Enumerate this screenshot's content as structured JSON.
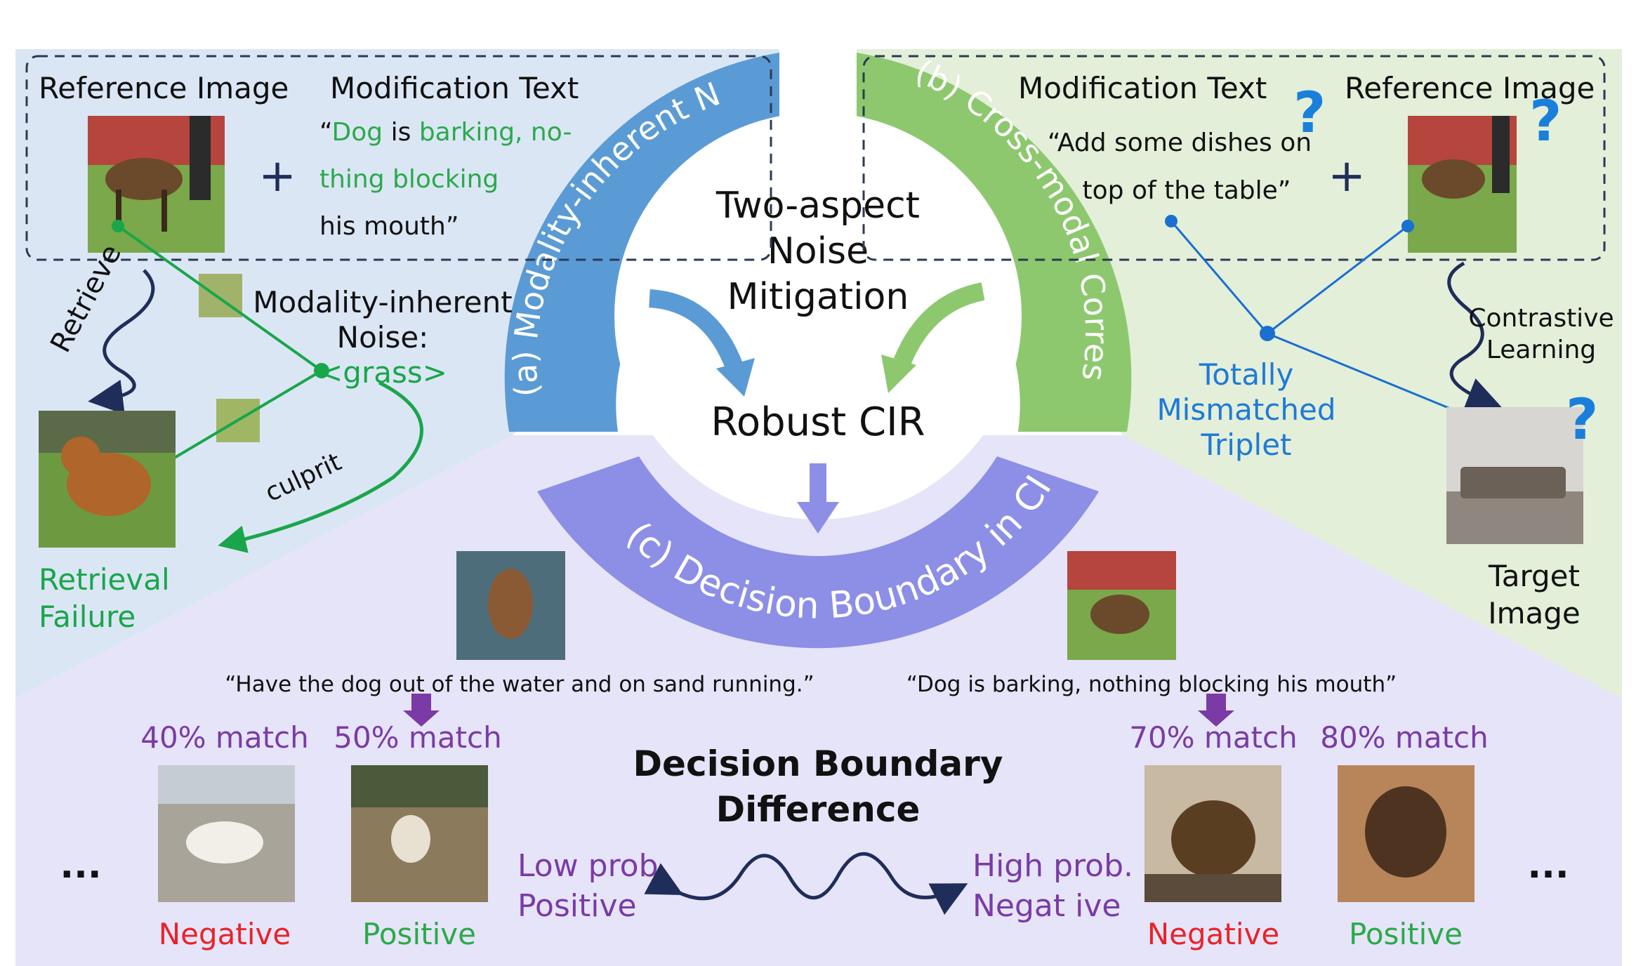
{
  "center": {
    "title_lines": [
      "Two-aspect",
      "Noise",
      "Mitigation"
    ],
    "robust": "Robust CIR"
  },
  "arcs": {
    "a": "(a) Modality-inherent Noise",
    "b": "(b) Cross-modal Correspondence Noise",
    "c": "(c) Decision Boundary in CIR"
  },
  "panel_a": {
    "ref_label": "Reference Image",
    "mod_label": "Modification Text",
    "plus": "+",
    "mod_text": {
      "open": "“",
      "w1": "Dog",
      "w2": " is ",
      "w3": "barking, no-",
      "w4": "thing blocking",
      "w5": "his mouth”"
    },
    "noise_label_1": "Modality-inherent",
    "noise_label_2": "Noise:",
    "noise_tag": "<grass>",
    "retrieve": "Retrieve",
    "culprit": "culprit",
    "failure_1": "Retrieval",
    "failure_2": "Failure"
  },
  "panel_b": {
    "mod_label": "Modification Text",
    "ref_label": "Reference Image",
    "plus": "+",
    "mod_line1": "“Add some dishes on",
    "mod_line2": "top of the table”",
    "qmark": "?",
    "mismatch_1": "Totally",
    "mismatch_2": "Mismatched",
    "mismatch_3": "Triplet",
    "contrastive_1": "Contrastive",
    "contrastive_2": "Learning",
    "target_1": "Target",
    "target_2": "Image"
  },
  "panel_c": {
    "quote_left": "“Have the dog out of the water and on sand running.”",
    "quote_right": "“Dog is barking, nothing blocking his mouth”",
    "m40": "40% match",
    "m50": "50% match",
    "m70": "70% match",
    "m80": "80% match",
    "boundary_1": "Decision Boundary",
    "boundary_2": "Difference",
    "low_1": "Low prob.",
    "low_2": "Positive",
    "high_1": "High prob.",
    "high_2": "Negat ive",
    "neg": "Negative",
    "pos": "Positive",
    "dots": "..."
  },
  "colors": {
    "blue_bg": "#dbe6f5",
    "green_bg": "#e3efd9",
    "purple_bg": "#e6e4f8",
    "arc_a": "#5b9bd5",
    "arc_b": "#8dc86e",
    "arc_c": "#8d8ee6",
    "green_text": "#2aaa4a",
    "blue_text": "#1f7ad6",
    "purple_text": "#7a3ba6",
    "red_text": "#e8232a"
  }
}
